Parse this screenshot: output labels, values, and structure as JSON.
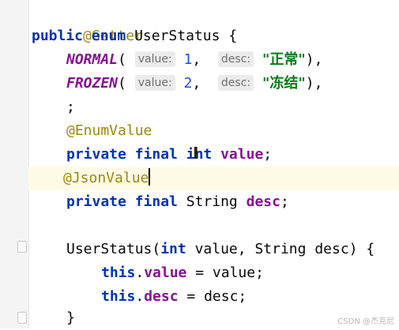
{
  "editor": {
    "lines": {
      "l1": {
        "ann": "@Getter"
      },
      "l2": {
        "kw1": "public",
        "kw2": "enum",
        "name": "UserStatus",
        "brace": "{"
      },
      "l3": {
        "const": "NORMAL",
        "open": "(",
        "hint1": "value:",
        "num": "1",
        "comma": ",",
        "hint2": "desc:",
        "str": "\"正常\"",
        "close": "),"
      },
      "l4": {
        "const": "FROZEN",
        "open": "(",
        "hint1": "value:",
        "num": "2",
        "comma": ",",
        "hint2": "desc:",
        "str": "\"冻结\"",
        "close": "),"
      },
      "l5": {
        "text": ";"
      },
      "l6": {
        "ann": "@EnumValue"
      },
      "l7": {
        "kw1": "private",
        "kw2": "final",
        "kw3": "int",
        "field": "value",
        "semi": ";"
      },
      "l8": {
        "ann": "@JsonValue"
      },
      "l9": {
        "kw1": "private",
        "kw2": "final",
        "type": "String",
        "field": "desc",
        "semi": ";"
      },
      "l11": {
        "name": "UserStatus",
        "open": "(",
        "kw1": "int",
        "p1": "value,",
        "type": "String",
        "p2": "desc",
        "close": ")",
        "brace": "{"
      },
      "l12": {
        "kw": "this",
        "dot": ".",
        "field": "value",
        "rest": " = value;"
      },
      "l13": {
        "kw": "this",
        "dot": ".",
        "field": "desc",
        "rest": " = desc;"
      },
      "l14": {
        "brace": "}"
      }
    }
  },
  "watermark": "CSDN @杰克尼",
  "icons": {
    "fold_top": "fold-marker-icon",
    "fold_bottom": "fold-marker-icon",
    "cursor": "text-cursor-icon"
  }
}
